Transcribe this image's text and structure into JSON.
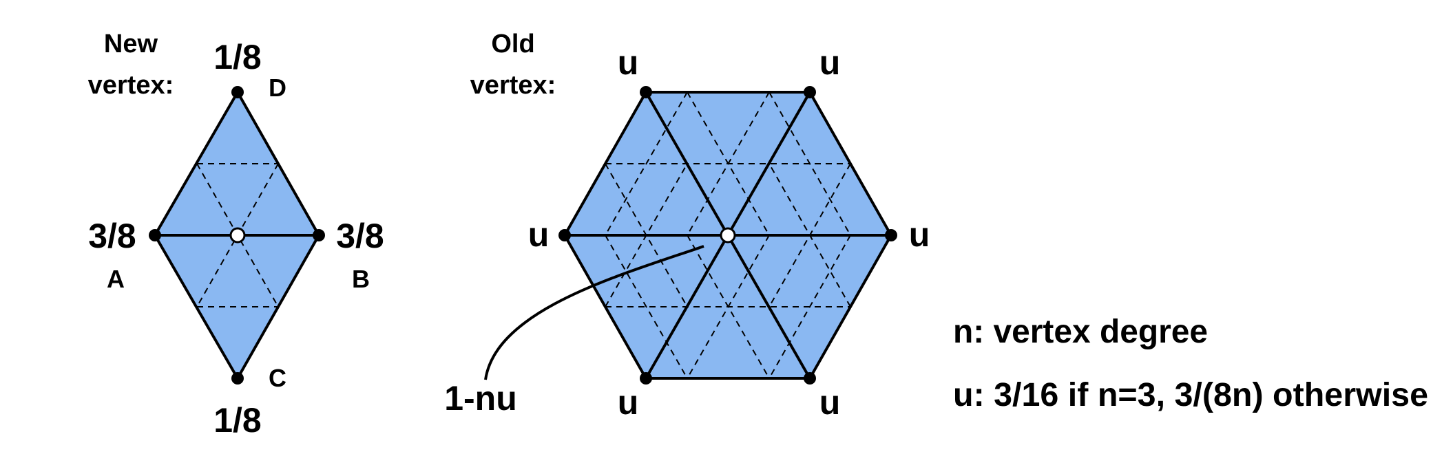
{
  "new_vertex": {
    "heading_line1": "New",
    "heading_line2": "vertex:",
    "weight_top": "1/8",
    "weight_left": "3/8",
    "weight_right": "3/8",
    "weight_bottom": "1/8",
    "label_top": "D",
    "label_left": "A",
    "label_right": "B",
    "label_bottom": "C"
  },
  "old_vertex": {
    "heading_line1": "Old",
    "heading_line2": "vertex:",
    "neighbor_weight": "u",
    "center_weight": "1-nu"
  },
  "legend": {
    "line1": "n: vertex degree",
    "line2": "u: 3/16 if n=3, 3/(8n) otherwise"
  },
  "colors": {
    "fill": "#8ab8f2",
    "stroke": "#000000",
    "vertex_fill": "#000000",
    "center_fill": "#ffffff"
  }
}
